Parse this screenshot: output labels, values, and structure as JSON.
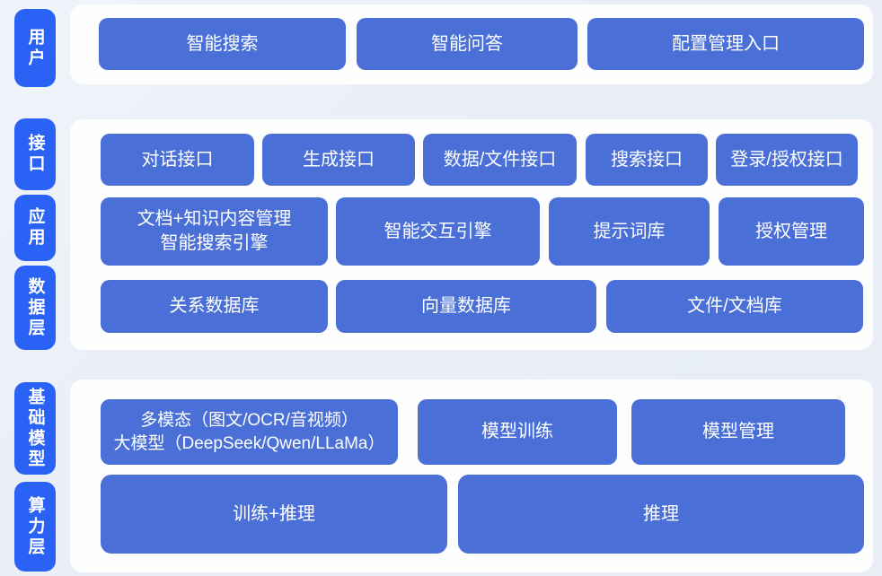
{
  "colors": {
    "background": "#e9eef7",
    "panel": "#fefefe",
    "layer_pill_blue": "#2a62f6",
    "node_blue": "#4a70d8",
    "text_white": "#ffffff"
  },
  "layers": {
    "user": "用户",
    "interface": "接口",
    "application": "应用",
    "data": "数据层",
    "foundation_model": "基础模型",
    "compute": "算力层"
  },
  "nodes": {
    "smart_search": "智能搜索",
    "smart_qa": "智能问答",
    "config_entry": "配置管理入口",
    "dialog_api": "对话接口",
    "generation_api": "生成接口",
    "data_file_api": "数据/文件接口",
    "search_api": "搜索接口",
    "login_auth_api": "登录/授权接口",
    "doc_knowledge_line1": "文档+知识内容管理",
    "doc_knowledge_line2": "智能搜索引擎",
    "interactive_engine": "智能交互引擎",
    "prompt_library": "提示词库",
    "auth_management": "授权管理",
    "relational_db": "关系数据库",
    "vector_db": "向量数据库",
    "file_doc_library": "文件/文档库",
    "multimodal_line1": "多模态（图文/OCR/音视频）",
    "multimodal_line2": "大模型（DeepSeek/Qwen/LLaMa）",
    "model_training": "模型训练",
    "model_management": "模型管理",
    "training_inference": "训练+推理",
    "inference": "推理"
  }
}
